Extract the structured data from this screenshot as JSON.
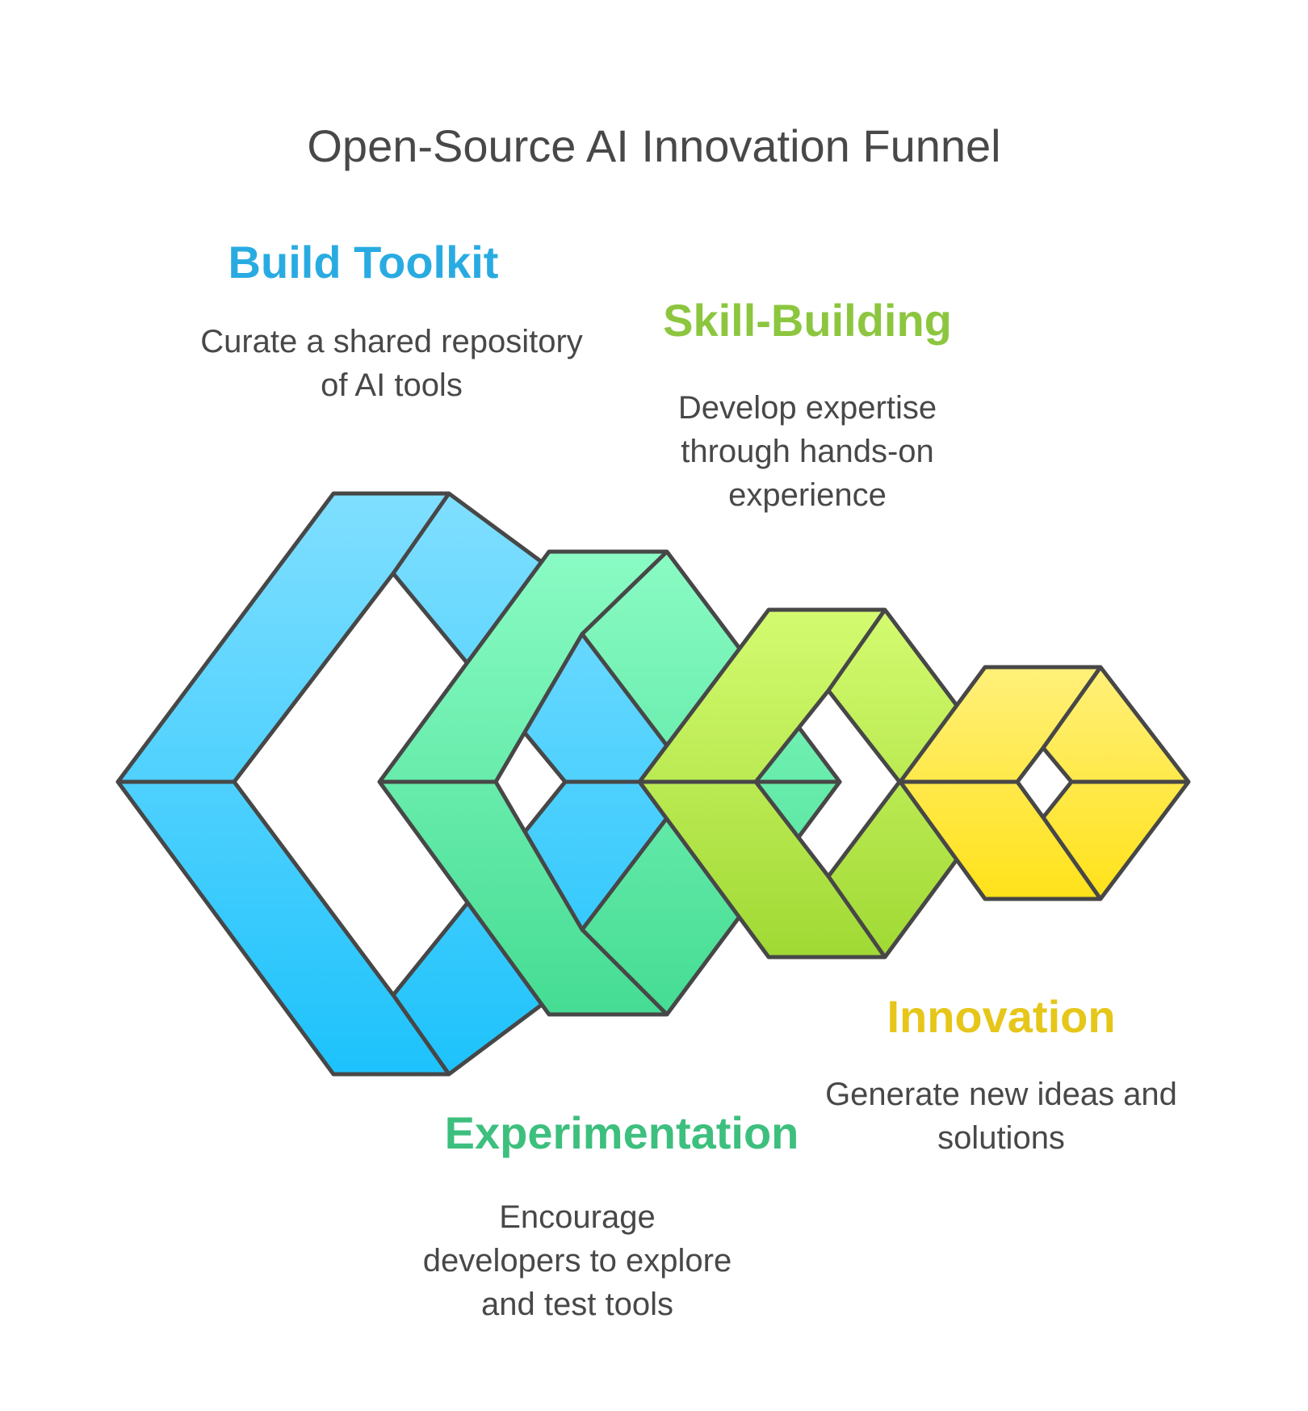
{
  "title": "Open-Source AI Innovation Funnel",
  "stages": [
    {
      "key": "build",
      "heading": "Build Toolkit",
      "description": "Curate a shared repository of AI tools",
      "color": "#29ABE2",
      "fill_top": "#80DFFF",
      "fill_bottom": "#1DC2FC"
    },
    {
      "key": "skill",
      "heading": "Skill-Building",
      "description": "Develop expertise through hands-on experience",
      "color": "#8CC63F",
      "fill_top": "#D4FB70",
      "fill_bottom": "#A0D934"
    },
    {
      "key": "innovation",
      "heading": "Innovation",
      "description": "Generate new ideas and solutions",
      "color": "#E6C619",
      "fill_top": "#FFF07A",
      "fill_bottom": "#FFE21A"
    },
    {
      "key": "experimentation",
      "heading": "Experimentation",
      "description": "Encourage developers to explore and test tools",
      "color": "#3DBF7E",
      "fill_top": "#8AFBC4",
      "fill_bottom": "#45DC93"
    }
  ],
  "outline_color": "#474747"
}
